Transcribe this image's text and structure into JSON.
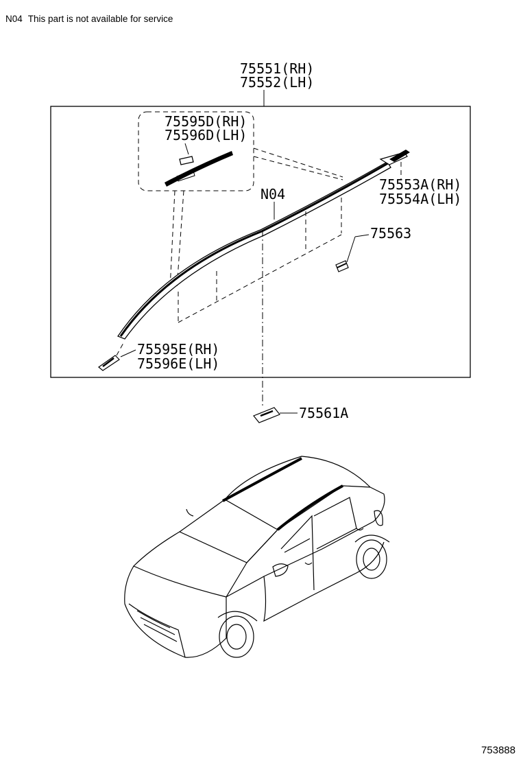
{
  "note": {
    "code": "N04",
    "text": "This part is not available for service"
  },
  "labels": {
    "main_rh": "75551(RH)",
    "main_lh": "75552(LH)",
    "clip_d_rh": "75595D(RH)",
    "clip_d_lh": "75596D(LH)",
    "cap_a_rh": "75553A(RH)",
    "cap_a_lh": "75554A(LH)",
    "n04": "N04",
    "clip_63": "75563",
    "clip_e_rh": "75595E(RH)",
    "clip_e_lh": "75596E(LH)",
    "clip_61a": "75561A"
  },
  "ref_number": "753888"
}
